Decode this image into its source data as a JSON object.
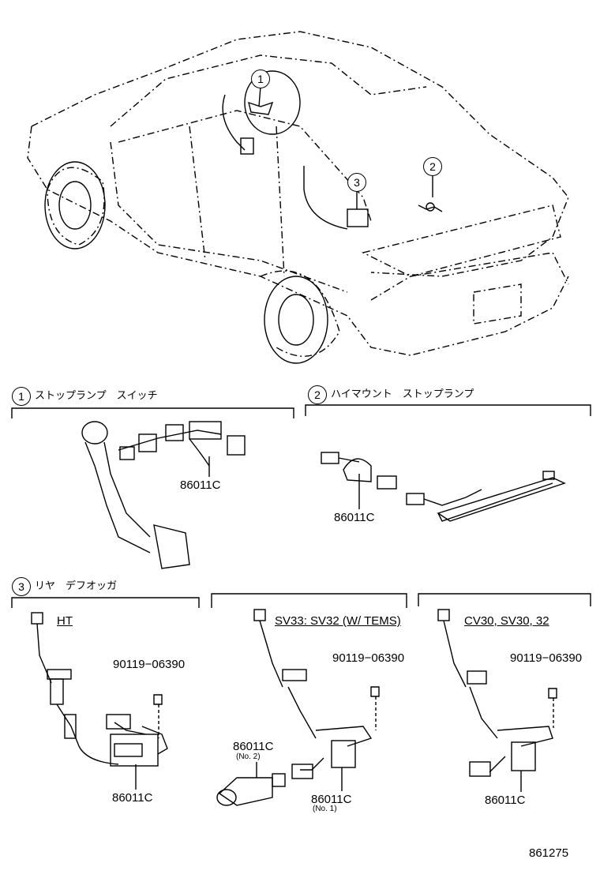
{
  "callouts": {
    "one": "1",
    "two": "2",
    "three": "3"
  },
  "sections": {
    "s1": {
      "title": "ストップランプ　スイッチ",
      "part": "86011C"
    },
    "s2": {
      "title": "ハイマウント　ストップランプ",
      "part": "86011C"
    },
    "s3": {
      "title": "リヤ　デフオッガ",
      "variants": [
        {
          "label": "HT",
          "bolt": "90119−06390",
          "part": "86011C"
        },
        {
          "label": "SV33: SV32 (W/ TEMS)",
          "bolt": "90119−06390",
          "part_no2": "86011C",
          "part_no2_note": "(No. 2)",
          "part_no1": "86011C",
          "part_no1_note": "(No. 1)"
        },
        {
          "label": "CV30, SV30, 32",
          "bolt": "90119−06390",
          "part": "86011C"
        }
      ]
    }
  },
  "figure_number": "861275"
}
